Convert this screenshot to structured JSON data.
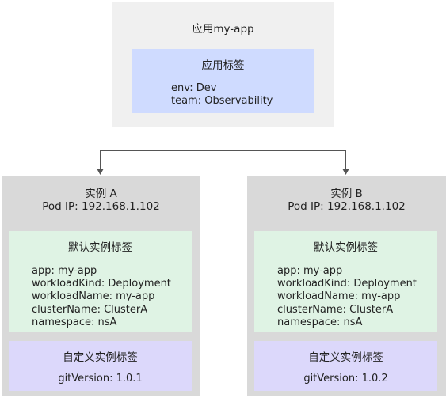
{
  "app": {
    "title": "应用my-app",
    "labels_title": "应用标签",
    "labels": [
      "env: Dev",
      "team: Observability"
    ]
  },
  "instances": [
    {
      "title": "实例 A",
      "pod_ip": "Pod IP: 192.168.1.102",
      "default_title": "默认实例标签",
      "default_labels": [
        "app: my-app",
        "workloadKind: Deployment",
        "workloadName: my-app",
        "clusterName: ClusterA",
        "namespace: nsA"
      ],
      "custom_title": "自定义实例标签",
      "custom_labels": [
        "gitVersion: 1.0.1"
      ]
    },
    {
      "title": "实例 B",
      "pod_ip": "Pod IP: 192.168.1.102",
      "default_title": "默认实例标签",
      "default_labels": [
        "app: my-app",
        "workloadKind: Deployment",
        "workloadName: my-app",
        "clusterName: ClusterA",
        "namespace: nsA"
      ],
      "custom_title": "自定义实例标签",
      "custom_labels": [
        "gitVersion: 1.0.2"
      ]
    }
  ],
  "colors": {
    "app_bg": "#f0f0f0",
    "app_labels_bg": "#cfdbff",
    "instance_bg": "#d9d9d9",
    "default_labels_bg": "#dff3e4",
    "custom_labels_bg": "#dcd8fb",
    "connector": "#555555"
  }
}
